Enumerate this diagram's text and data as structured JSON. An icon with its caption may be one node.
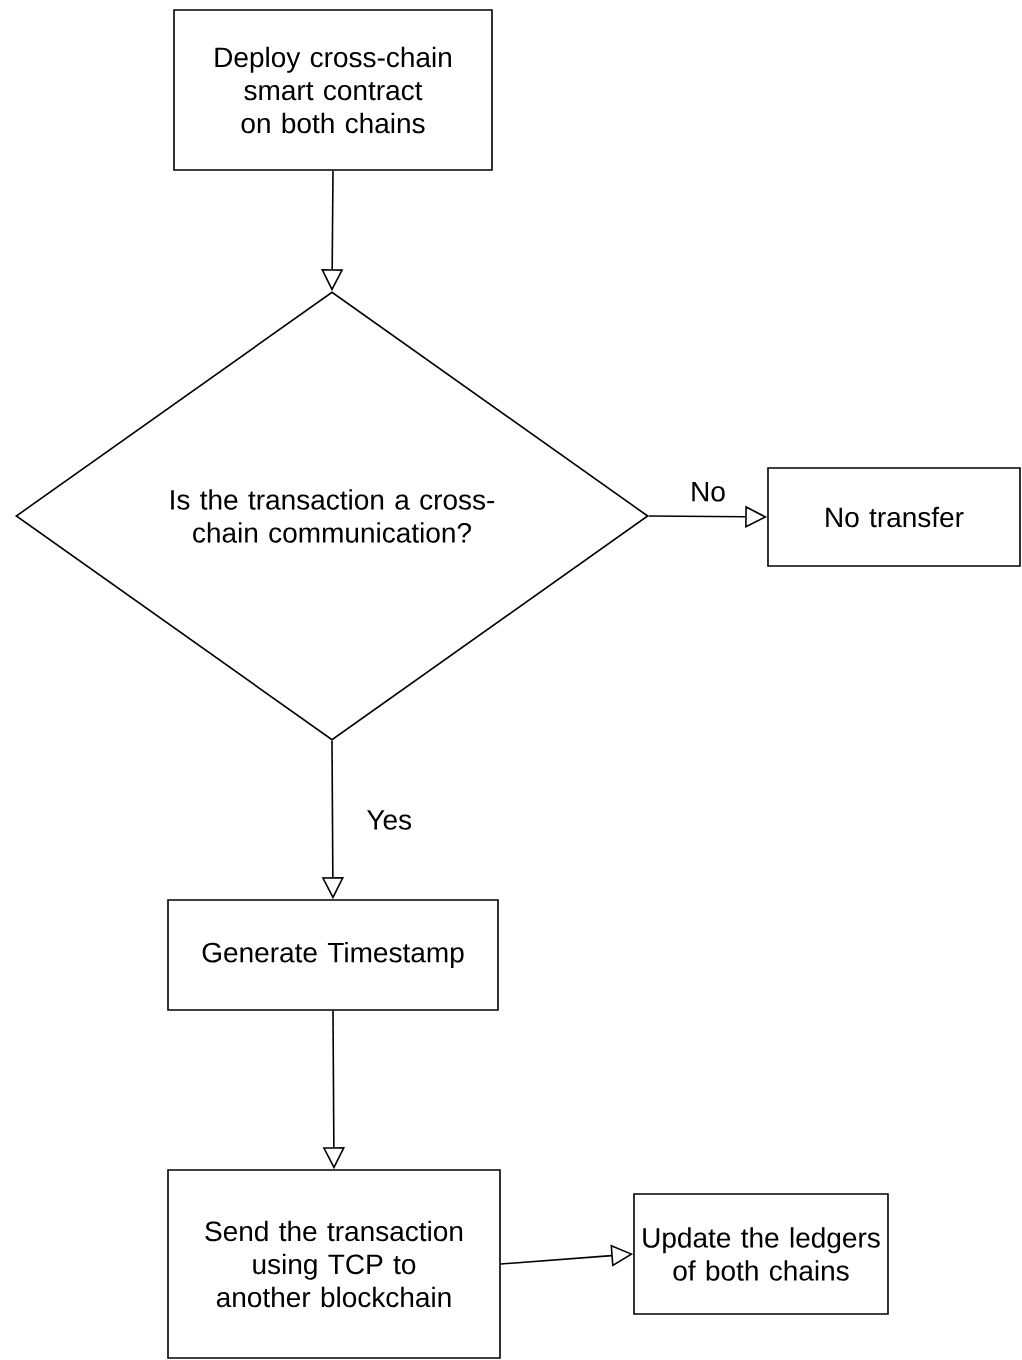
{
  "diagram": {
    "nodes": [
      {
        "text": [
          "Deploy cross-chain smart contract on both chains"
        ]
      },
      {
        "text": [
          "Is the transaction a cross-chain communication?"
        ]
      },
      {
        "text": [
          "No transfer"
        ]
      },
      {
        "text": [
          "Generate Timestamp"
        ]
      },
      {
        "text": [
          "Send the transaction using TCP to another blockchain"
        ]
      },
      {
        "text": [
          "Update the ledgers of both chains"
        ]
      }
    ],
    "edges": [
      {
        "from": 0,
        "to": 1,
        "arrow": "to"
      },
      {
        "from": 1,
        "to": 2,
        "arrow": "to",
        "label": "No"
      },
      {
        "from": 1,
        "to": 3,
        "arrow": "to",
        "label": "Yes"
      },
      {
        "from": 3,
        "to": 4,
        "arrow": "to"
      },
      {
        "from": 4,
        "to": 5,
        "arrow": "to"
      }
    ]
  }
}
